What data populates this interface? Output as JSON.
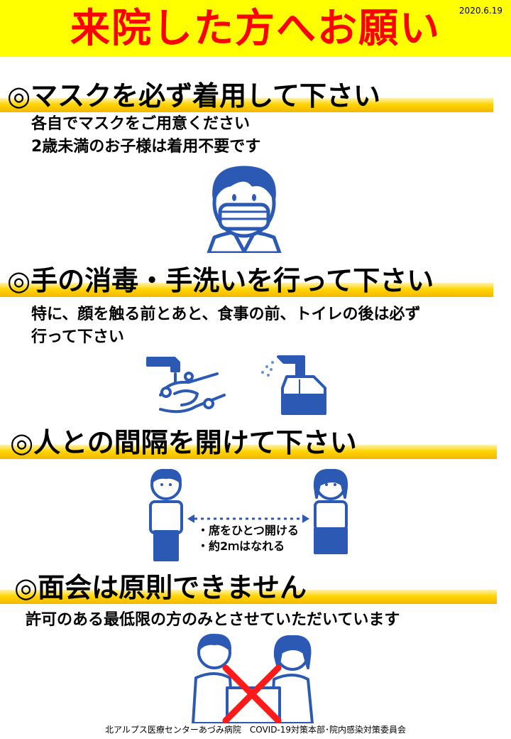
{
  "header": {
    "title": "来院した方へお願い",
    "date": "2020.6.19",
    "banner_color": "#ffff00",
    "title_color": "#ff0000"
  },
  "sections": [
    {
      "heading": "◎マスクを必ず着用して下さい",
      "lines": [
        "各自でマスクをご用意ください",
        "2歳未満のお子様は着用不要です"
      ],
      "illustration": "masked-person-icon"
    },
    {
      "heading": "◎手の消毒・手洗いを行って下さい",
      "lines": [
        "特に、顔を触る前とあと、食事の前、トイレの後は必ず",
        "行って下さい"
      ],
      "illustration": "handwash-and-sanitizer-icons"
    },
    {
      "heading": "◎人との間隔を開けて下さい",
      "distance_labels": [
        "・席をひとつ開ける",
        "・約2ｍはなれる"
      ],
      "illustration": "two-people-distance-icon"
    },
    {
      "heading": "◎面会は原則できません",
      "lines": [
        "許可のある最低限の方のみとさせていただいています"
      ],
      "illustration": "no-visiting-icon"
    }
  ],
  "footer": "北アルプス医療センターあづみ病院　COVID-19対策本部･院内感染対策委員会",
  "colors": {
    "icon_blue": "#2b59b3",
    "highlight": "#ffd400",
    "cross": "#ff1a1a"
  }
}
